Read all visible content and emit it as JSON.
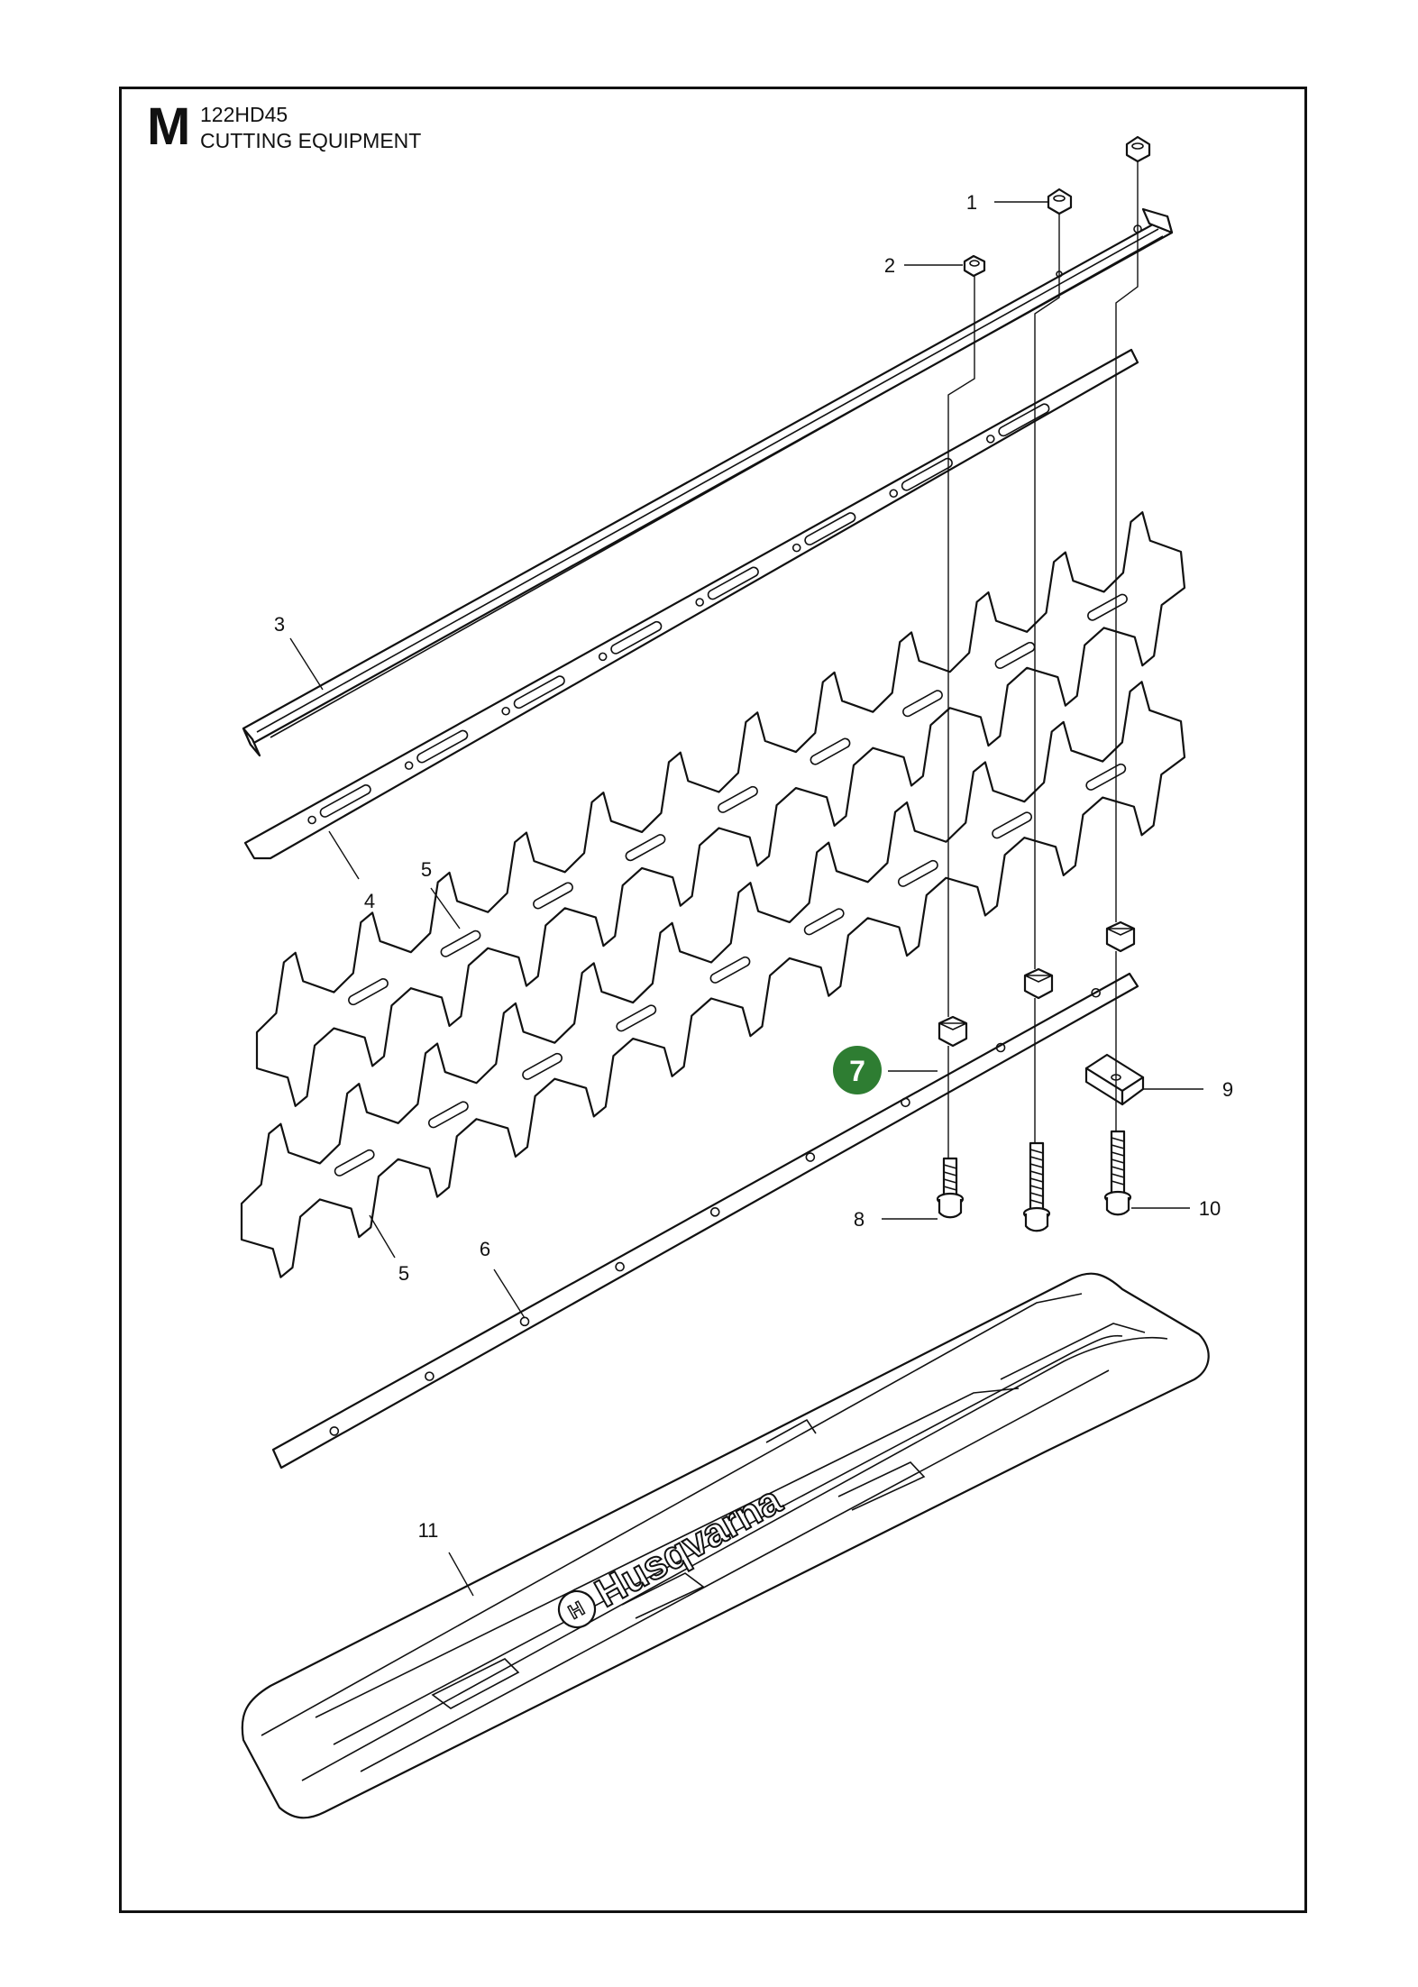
{
  "header": {
    "section_letter": "M",
    "model": "122HD45",
    "title": "CUTTING EQUIPMENT"
  },
  "highlight_color": "#2e7d32",
  "brand_logo": "Husqvarna",
  "callouts": [
    {
      "label": "1"
    },
    {
      "label": "2"
    },
    {
      "label": "3"
    },
    {
      "label": "4"
    },
    {
      "label": "5"
    },
    {
      "label": "5"
    },
    {
      "label": "6"
    },
    {
      "label": "7",
      "highlighted": true
    },
    {
      "label": "8"
    },
    {
      "label": "9"
    },
    {
      "label": "10"
    },
    {
      "label": "11"
    }
  ]
}
